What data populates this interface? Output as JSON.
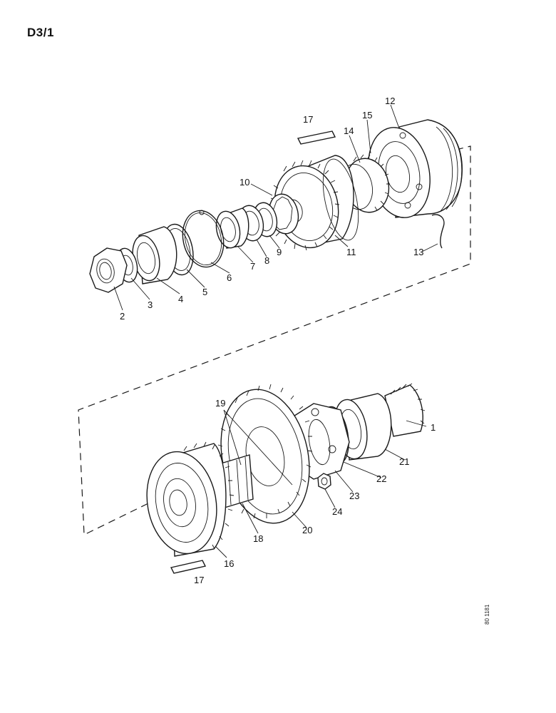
{
  "page_code": "D3/1",
  "drawing_ref": "80 1181",
  "callouts": [
    "1",
    "2",
    "3",
    "4",
    "5",
    "6",
    "7",
    "8",
    "9",
    "10",
    "11",
    "12",
    "13",
    "14",
    "15",
    "16",
    "17",
    "17",
    "18",
    "19",
    "20",
    "21",
    "22",
    "23",
    "24"
  ]
}
